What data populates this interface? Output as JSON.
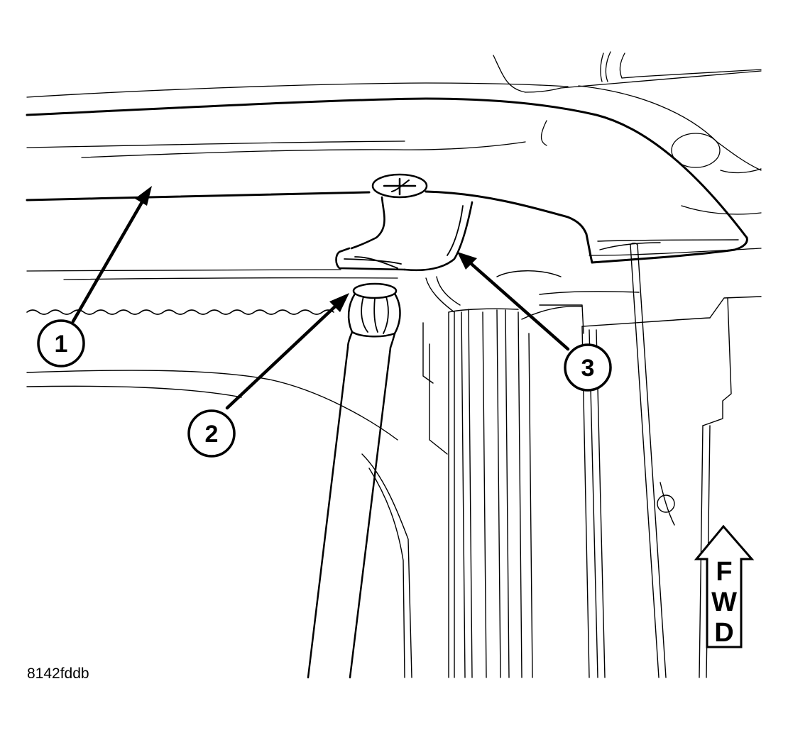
{
  "figure_id": "8142fddb",
  "callouts": [
    {
      "number": "1"
    },
    {
      "number": "2"
    },
    {
      "number": "3"
    }
  ],
  "direction_arrow": {
    "letters": [
      "F",
      "W",
      "D"
    ]
  },
  "colors": {
    "line": "#000000",
    "background": "#ffffff"
  }
}
